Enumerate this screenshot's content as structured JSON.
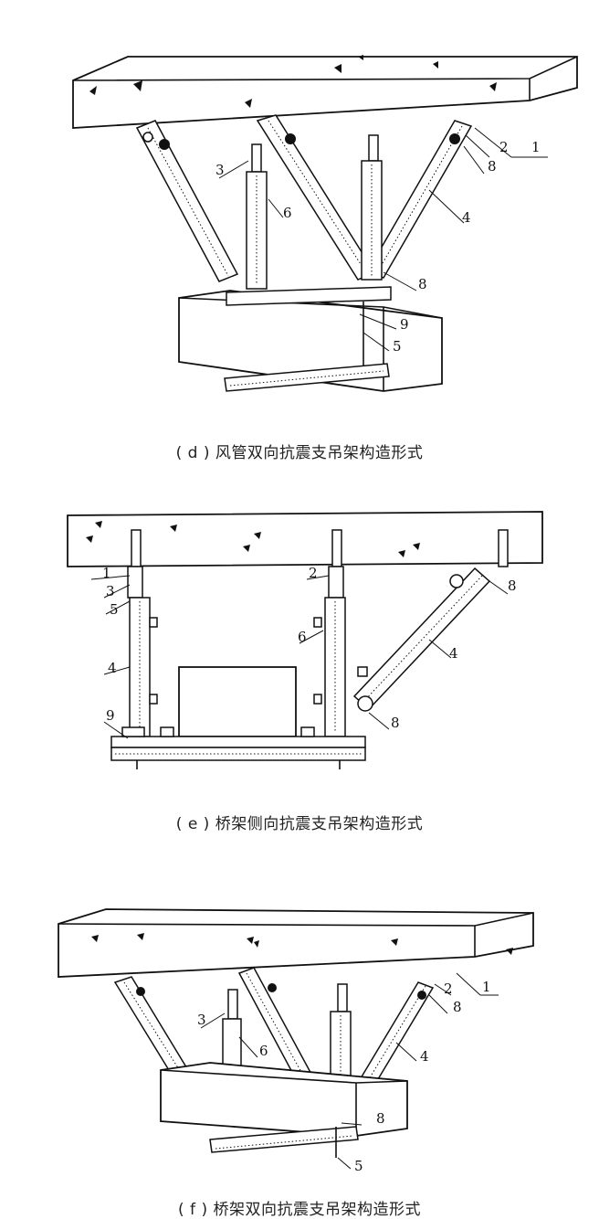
{
  "figures": [
    {
      "id": "d",
      "caption": "( d ) 风管双向抗震支吊架构造形式",
      "labels": [
        "1",
        "2",
        "8",
        "3",
        "6",
        "4",
        "8",
        "9",
        "5"
      ]
    },
    {
      "id": "e",
      "caption": "( e ) 桥架侧向抗震支吊架构造形式",
      "labels": [
        "1",
        "3",
        "5",
        "4",
        "9",
        "2",
        "6",
        "8",
        "4",
        "8"
      ]
    },
    {
      "id": "f",
      "caption": "( f ) 桥架双向抗震支吊架构造形式",
      "labels": [
        "2",
        "1",
        "8",
        "3",
        "6",
        "4",
        "8",
        "5"
      ]
    }
  ]
}
